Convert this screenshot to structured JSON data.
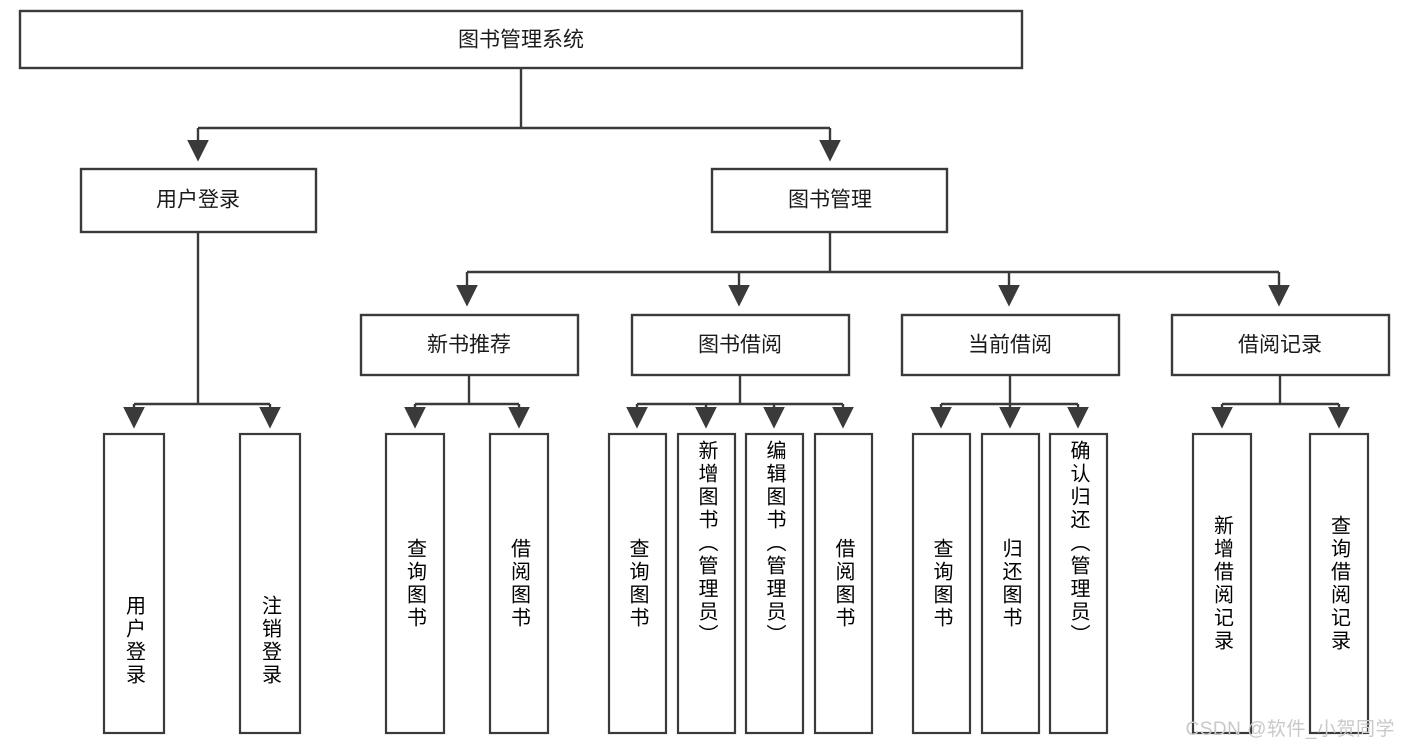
{
  "diagram": {
    "type": "tree-hierarchy-flowchart",
    "title": "图书管理系统",
    "root": {
      "id": "root",
      "label": "图书管理系统",
      "orientation": "horizontal"
    },
    "level2": [
      {
        "id": "user-login",
        "label": "用户登录",
        "orientation": "horizontal"
      },
      {
        "id": "book-manage",
        "label": "图书管理",
        "orientation": "horizontal"
      }
    ],
    "level3": [
      {
        "id": "new-book-recommend",
        "label": "新书推荐",
        "parent": "book-manage",
        "orientation": "horizontal"
      },
      {
        "id": "book-borrow",
        "label": "图书借阅",
        "parent": "book-manage",
        "orientation": "horizontal"
      },
      {
        "id": "current-borrow",
        "label": "当前借阅",
        "parent": "book-manage",
        "orientation": "horizontal"
      },
      {
        "id": "borrow-record",
        "label": "借阅记录",
        "parent": "book-manage",
        "orientation": "horizontal"
      }
    ],
    "leaves": [
      {
        "id": "leaf-user-login",
        "label": "用户登录",
        "parent": "user-login",
        "orientation": "vertical"
      },
      {
        "id": "leaf-logout",
        "label": "注销登录",
        "parent": "user-login",
        "orientation": "vertical"
      },
      {
        "id": "leaf-query-book-1",
        "label": "查询图书",
        "parent": "new-book-recommend",
        "orientation": "vertical"
      },
      {
        "id": "leaf-borrow-book-1",
        "label": "借阅图书",
        "parent": "new-book-recommend",
        "orientation": "vertical"
      },
      {
        "id": "leaf-query-book-2",
        "label": "查询图书",
        "parent": "book-borrow",
        "orientation": "vertical"
      },
      {
        "id": "leaf-add-book",
        "label": "新增图书（管理员）",
        "parent": "book-borrow",
        "orientation": "vertical"
      },
      {
        "id": "leaf-edit-book",
        "label": "编辑图书（管理员）",
        "parent": "book-borrow",
        "orientation": "vertical"
      },
      {
        "id": "leaf-borrow-book-2",
        "label": "借阅图书",
        "parent": "book-borrow",
        "orientation": "vertical"
      },
      {
        "id": "leaf-query-book-3",
        "label": "查询图书",
        "parent": "current-borrow",
        "orientation": "vertical"
      },
      {
        "id": "leaf-return-book",
        "label": "归还图书",
        "parent": "current-borrow",
        "orientation": "vertical"
      },
      {
        "id": "leaf-confirm-return",
        "label": "确认归还（管理员）",
        "parent": "current-borrow",
        "orientation": "vertical"
      },
      {
        "id": "leaf-add-record",
        "label": "新增借阅记录",
        "parent": "borrow-record",
        "orientation": "vertical"
      },
      {
        "id": "leaf-query-record",
        "label": "查询借阅记录",
        "parent": "borrow-record",
        "orientation": "vertical"
      }
    ],
    "colors": {
      "background": "#ffffff",
      "box_fill": "#ffffff",
      "box_stroke": "#3a3a3a",
      "text": "#1b1b1b",
      "watermark": "#c9c9c9"
    }
  },
  "watermark": {
    "text": "CSDN @软件_小贺同学"
  }
}
